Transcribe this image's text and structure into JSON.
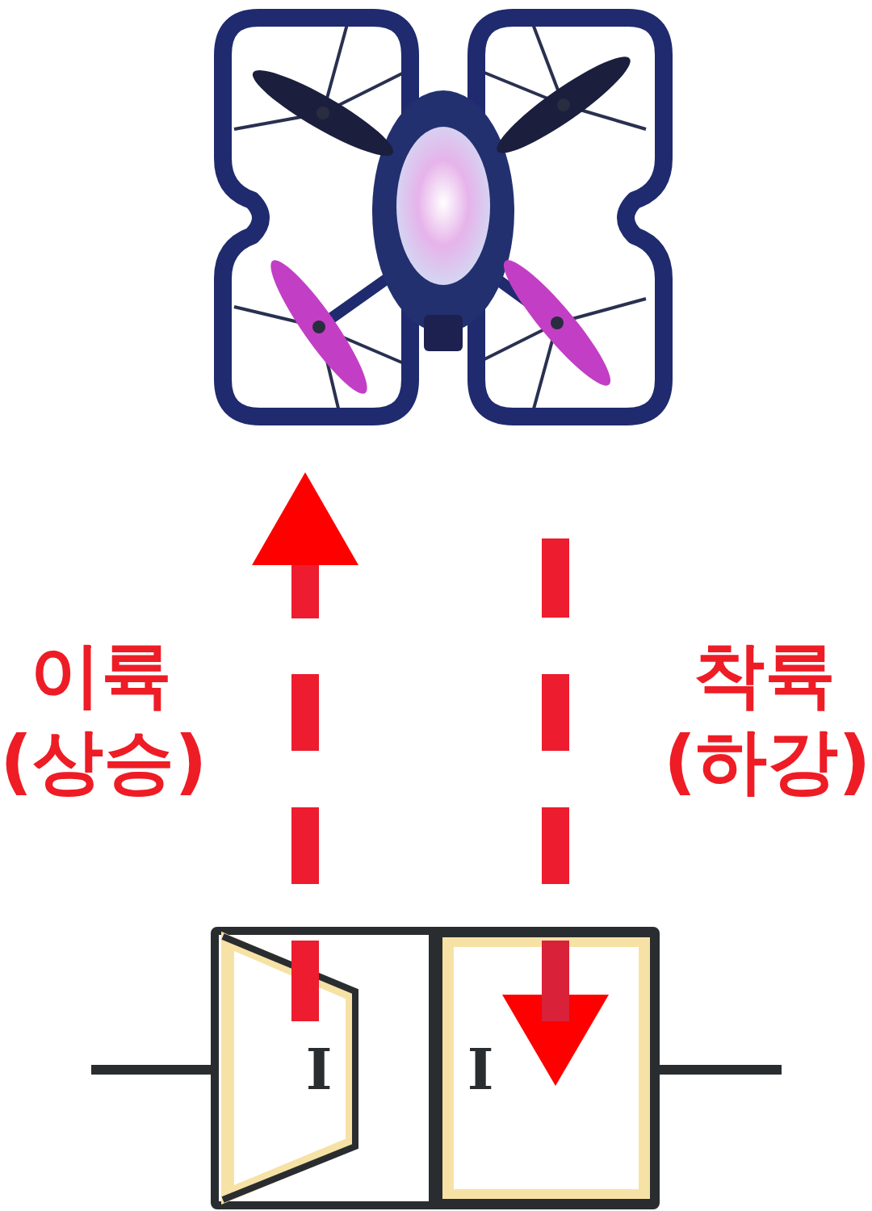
{
  "diagram": {
    "labels": [
      "이륙 (상승)",
      "착륙 (하강)",
      "I",
      "I"
    ]
  }
}
